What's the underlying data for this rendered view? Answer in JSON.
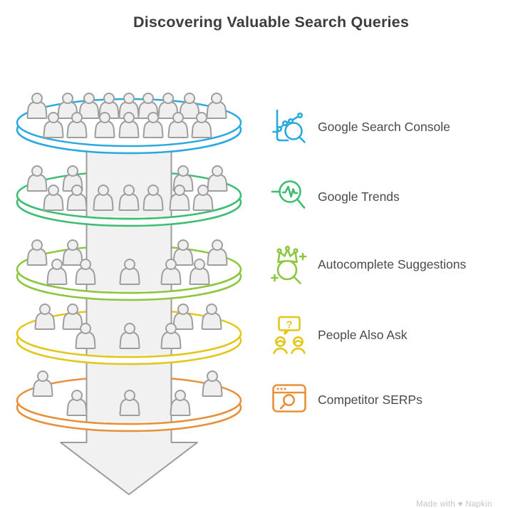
{
  "title": "Discovering Valuable Search Queries",
  "watermark": "Made with ♥ Napkin",
  "funnel": {
    "person_fill": "#EFEFEF",
    "person_stroke": "#9E9E9E",
    "shaft_fill": "#F1F1F1",
    "shaft_stroke": "#9C9C9C",
    "layers": [
      {
        "name": "google-search-console",
        "color": "#29A9E0",
        "people": 16
      },
      {
        "name": "google-trends",
        "color": "#3EBD73",
        "people": 11
      },
      {
        "name": "autocomplete-suggestions",
        "color": "#8DC63F",
        "people": 9
      },
      {
        "name": "people-also-ask",
        "color": "#E4C71B",
        "people": 7
      },
      {
        "name": "competitor-serps",
        "color": "#E8913C",
        "people": 5
      }
    ]
  },
  "legend": [
    {
      "label": "Google Search Console",
      "color": "#29A9E0",
      "icon": "chart-search-icon"
    },
    {
      "label": "Google Trends",
      "color": "#3EBD73",
      "icon": "trend-search-icon"
    },
    {
      "label": "Autocomplete Suggestions",
      "color": "#8DC63F",
      "icon": "crown-search-icon"
    },
    {
      "label": "People Also Ask",
      "color": "#E4C71B",
      "icon": "question-people-icon"
    },
    {
      "label": "Competitor SERPs",
      "color": "#E8913C",
      "icon": "browser-search-icon"
    }
  ]
}
